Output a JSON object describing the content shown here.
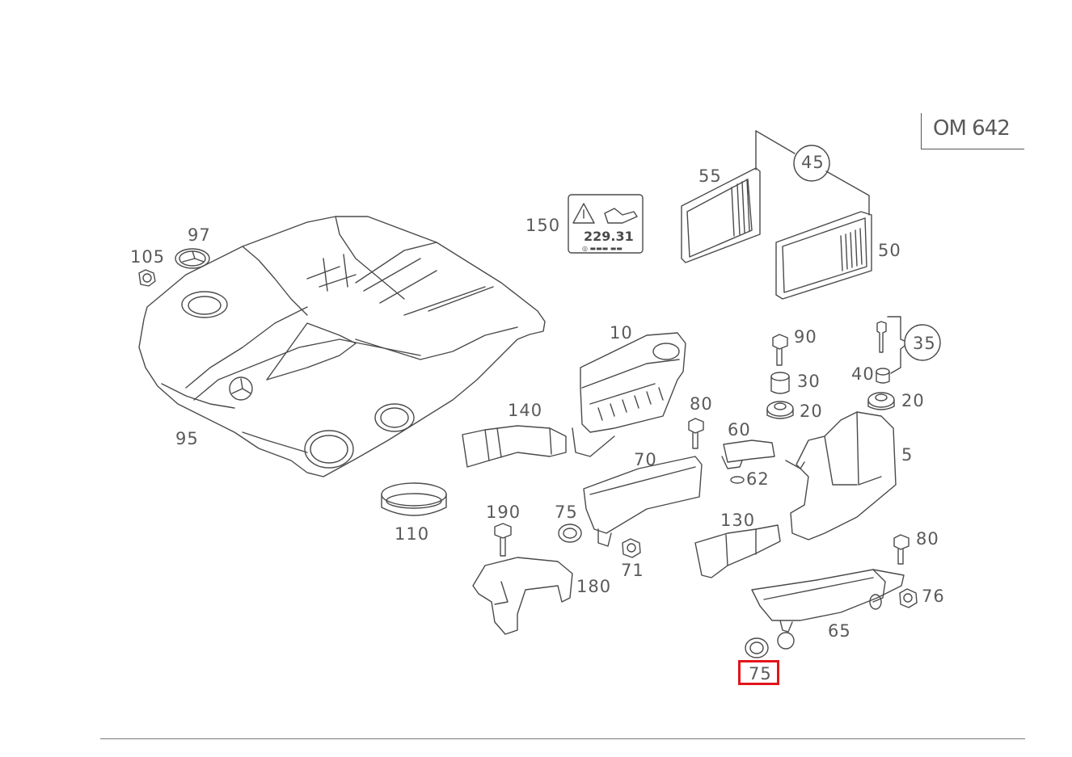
{
  "engine_code": "OM 642",
  "highlighted_part": "75",
  "parts": {
    "p5": "5",
    "p10": "10",
    "p20a": "20",
    "p20b": "20",
    "p30": "30",
    "p35": "35",
    "p40": "40",
    "p45": "45",
    "p50": "50",
    "p55": "55",
    "p60": "60",
    "p62": "62",
    "p65": "65",
    "p70": "70",
    "p71": "71",
    "p75a": "75",
    "p75b": "75",
    "p76": "76",
    "p80a": "80",
    "p80b": "80",
    "p90": "90",
    "p95": "95",
    "p97": "97",
    "p105": "105",
    "p110": "110",
    "p130": "130",
    "p140": "140",
    "p150": "150",
    "p180": "180",
    "p190": "190"
  },
  "oil_label": {
    "spec": "229.31"
  },
  "colors": {
    "line": "#4a4a4a",
    "label": "#5a5a5a",
    "highlight": "#e3141b"
  }
}
